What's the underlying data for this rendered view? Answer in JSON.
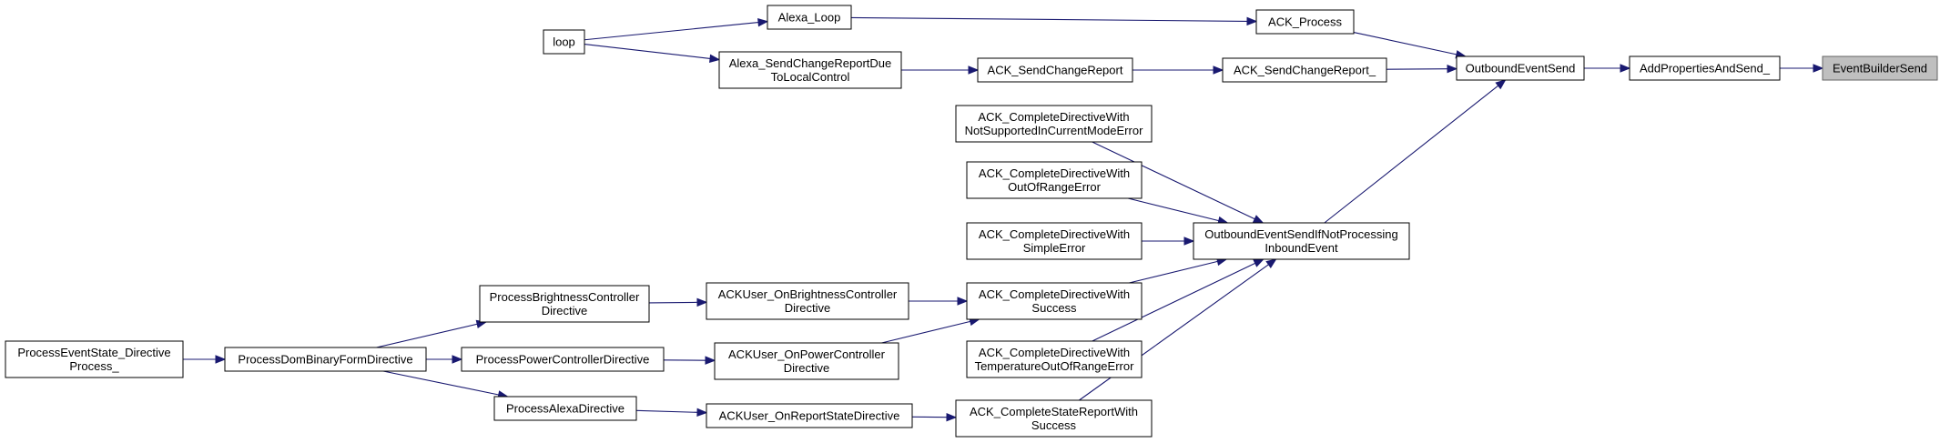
{
  "colors": {
    "edge": "#191970",
    "node_border": "#000000",
    "node_fill": "#ffffff",
    "root_fill": "#bfbfbf",
    "root_border": "#666666"
  },
  "nodes": {
    "loop": [
      "loop"
    ],
    "alexa_loop": [
      "Alexa_Loop"
    ],
    "ack_process": [
      "ACK_Process"
    ],
    "alexa_sendchangereport": [
      "Alexa_SendChangeReportDue",
      "ToLocalControl"
    ],
    "ack_sendchangereport": [
      "ACK_SendChangeReport"
    ],
    "ack_sendchangereport_": [
      "ACK_SendChangeReport_"
    ],
    "outboundeventsend": [
      "OutboundEventSend"
    ],
    "addproperties": [
      "AddPropertiesAndSend_"
    ],
    "eventbuildersend": [
      "EventBuilderSend"
    ],
    "notsupported": [
      "ACK_CompleteDirectiveWith",
      "NotSupportedInCurrentModeError"
    ],
    "outofrange": [
      "ACK_CompleteDirectiveWith",
      "OutOfRangeError"
    ],
    "simpleerror": [
      "ACK_CompleteDirectiveWith",
      "SimpleError"
    ],
    "ifnotprocessing": [
      "OutboundEventSendIfNotProcessing",
      "InboundEvent"
    ],
    "success": [
      "ACK_CompleteDirectiveWith",
      "Success"
    ],
    "tempoutofrange": [
      "ACK_CompleteDirectiveWith",
      "TemperatureOutOfRangeError"
    ],
    "statereport": [
      "ACK_CompleteStateReportWith",
      "Success"
    ],
    "onbrightness": [
      "ACKUser_OnBrightnessController",
      "Directive"
    ],
    "onpower": [
      "ACKUser_OnPowerController",
      "Directive"
    ],
    "onreportstate": [
      "ACKUser_OnReportStateDirective"
    ],
    "procbrightness": [
      "ProcessBrightnessController",
      "Directive"
    ],
    "procpower": [
      "ProcessPowerControllerDirective"
    ],
    "procalexa": [
      "ProcessAlexaDirective"
    ],
    "procdom": [
      "ProcessDomBinaryFormDirective"
    ],
    "procevent": [
      "ProcessEventState_Directive",
      "Process_"
    ]
  },
  "edges": [
    [
      "addproperties",
      "eventbuildersend"
    ],
    [
      "outboundeventsend",
      "addproperties"
    ],
    [
      "ack_process",
      "outboundeventsend"
    ],
    [
      "ack_sendchangereport_",
      "outboundeventsend"
    ],
    [
      "ifnotprocessing",
      "outboundeventsend"
    ],
    [
      "alexa_loop",
      "ack_process"
    ],
    [
      "loop",
      "alexa_loop"
    ],
    [
      "ack_sendchangereport",
      "ack_sendchangereport_"
    ],
    [
      "alexa_sendchangereport",
      "ack_sendchangereport"
    ],
    [
      "loop",
      "alexa_sendchangereport"
    ],
    [
      "notsupported",
      "ifnotprocessing"
    ],
    [
      "outofrange",
      "ifnotprocessing"
    ],
    [
      "simpleerror",
      "ifnotprocessing"
    ],
    [
      "success",
      "ifnotprocessing"
    ],
    [
      "tempoutofrange",
      "ifnotprocessing"
    ],
    [
      "statereport",
      "ifnotprocessing"
    ],
    [
      "onbrightness",
      "success"
    ],
    [
      "onpower",
      "success"
    ],
    [
      "onreportstate",
      "statereport"
    ],
    [
      "procbrightness",
      "onbrightness"
    ],
    [
      "procpower",
      "onpower"
    ],
    [
      "procalexa",
      "onreportstate"
    ],
    [
      "procdom",
      "procbrightness"
    ],
    [
      "procdom",
      "procpower"
    ],
    [
      "procdom",
      "procalexa"
    ],
    [
      "procevent",
      "procdom"
    ]
  ]
}
